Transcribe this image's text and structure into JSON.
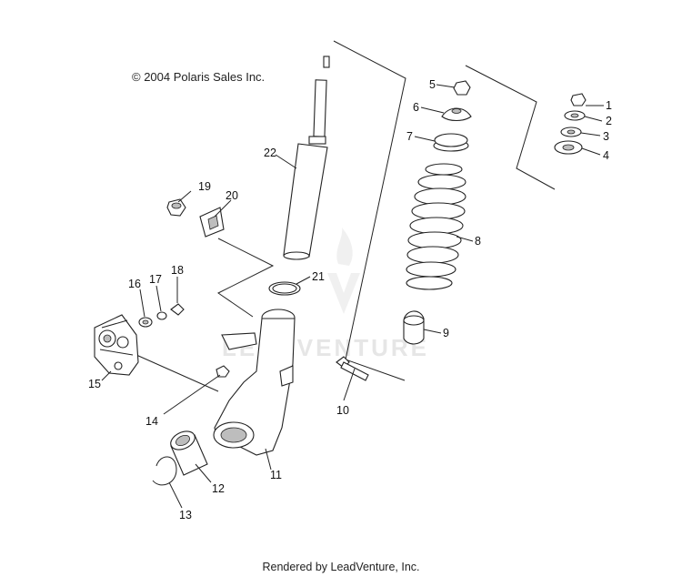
{
  "copyright": "© 2004 Polaris Sales Inc.",
  "footer": "Rendered by LeadVenture, Inc.",
  "watermark": "LEADVENTURE",
  "callouts": [
    "1",
    "2",
    "3",
    "4",
    "5",
    "6",
    "7",
    "8",
    "9",
    "10",
    "11",
    "12",
    "13",
    "14",
    "15",
    "16",
    "17",
    "18",
    "19",
    "20",
    "21",
    "22"
  ]
}
